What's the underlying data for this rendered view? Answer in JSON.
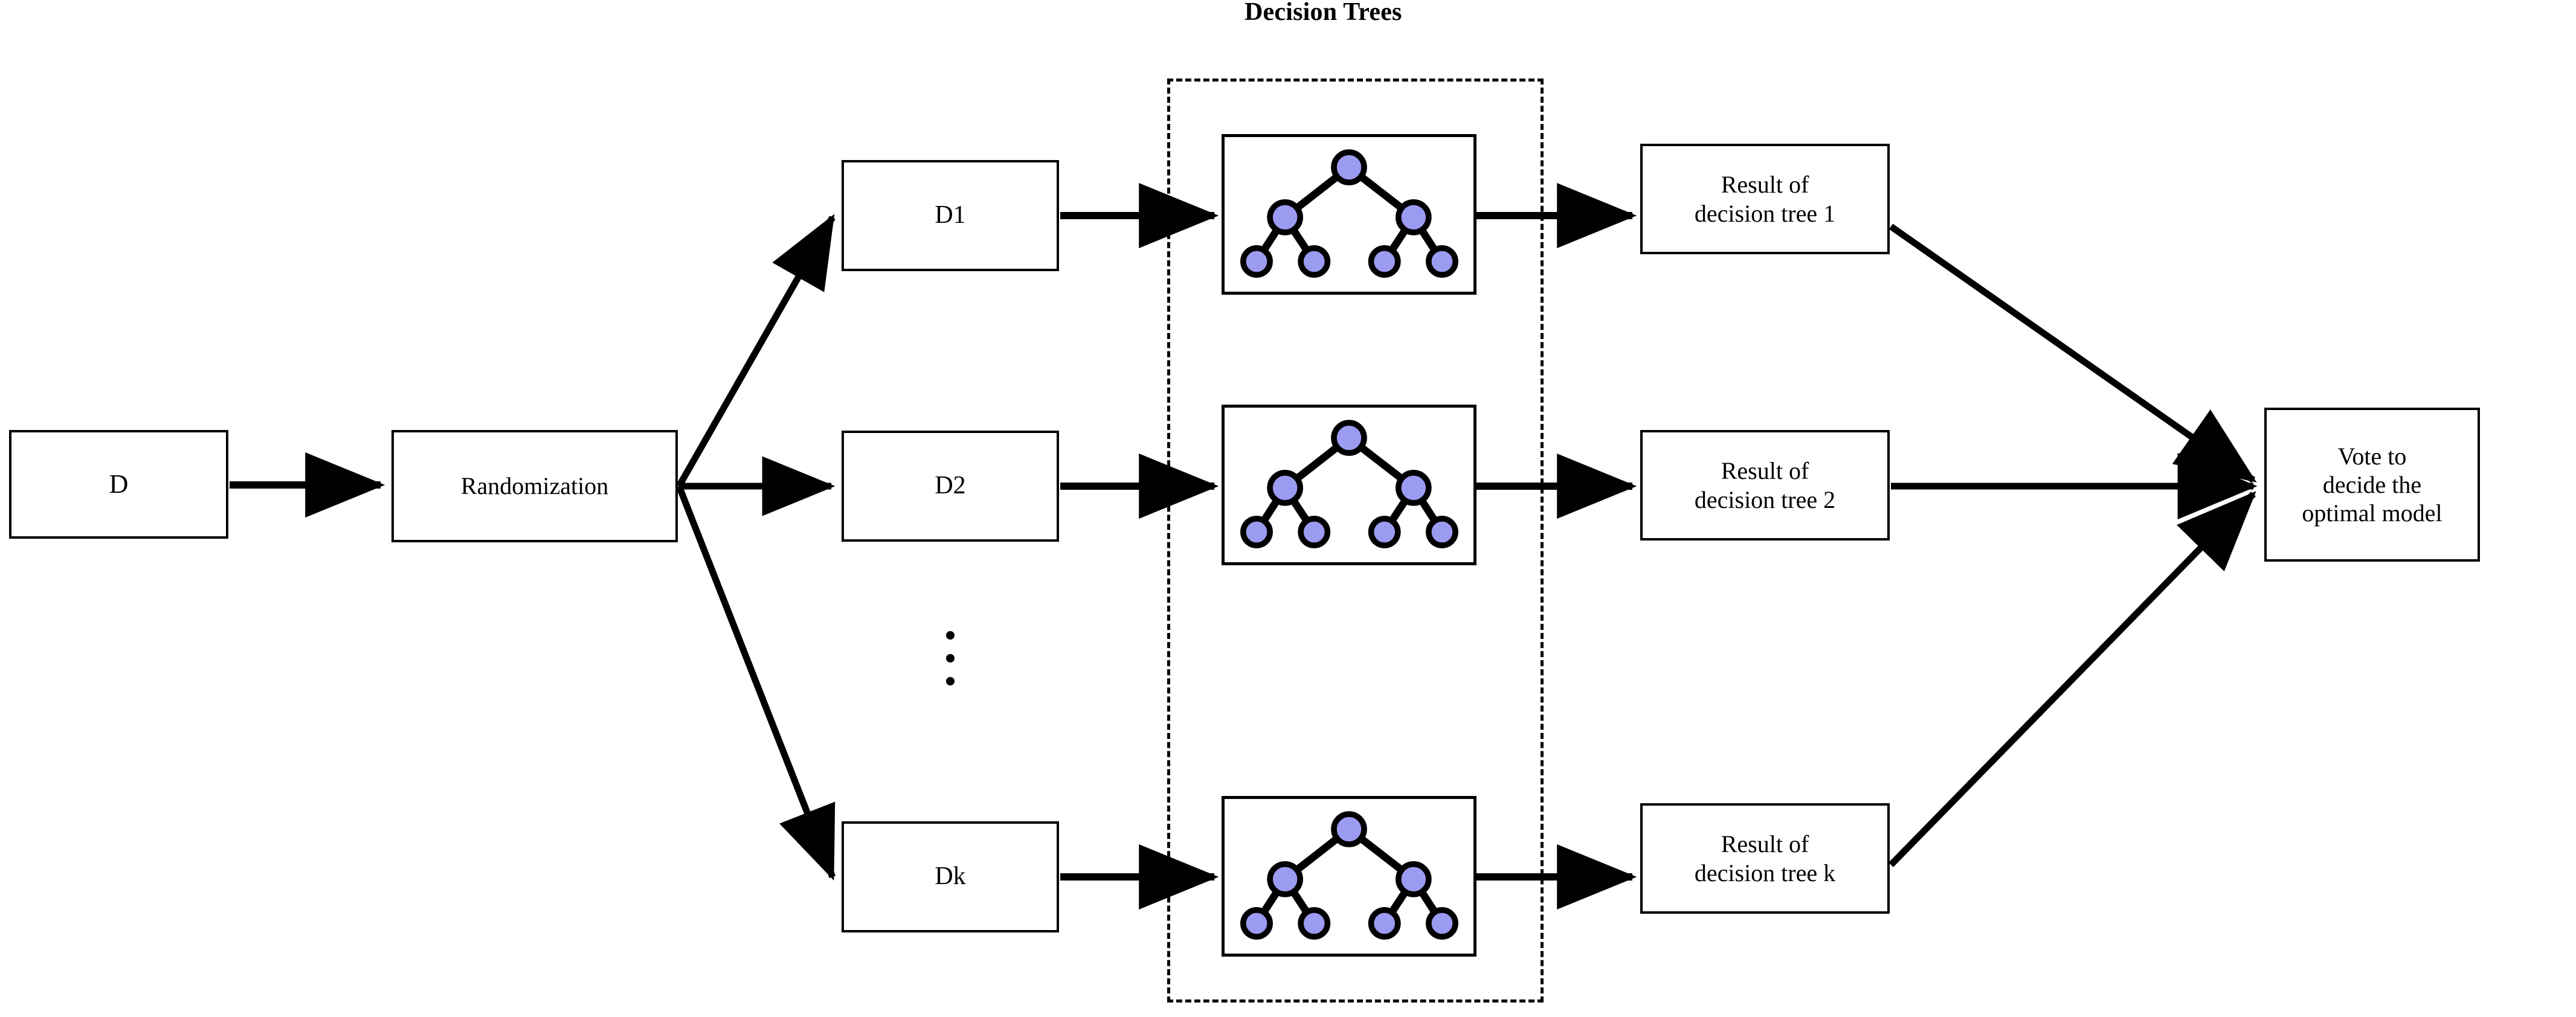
{
  "diagram": {
    "title": "Decision Trees",
    "node_fill_color": "#9B9BF2",
    "node_stroke_color": "#000000",
    "line_color": "#000000",
    "background_color": "#FFFFFF"
  },
  "boxes": {
    "source": {
      "label": "D"
    },
    "randomization": {
      "label": "Randomization"
    },
    "subsets": [
      {
        "label": "D1"
      },
      {
        "label": "D2"
      },
      {
        "label": "Dk"
      }
    ],
    "results": [
      {
        "label": "Result of\ndecision tree 1"
      },
      {
        "label": "Result of\ndecision tree 2"
      },
      {
        "label": "Result of\ndecision tree k"
      }
    ],
    "vote": {
      "label": "Vote to\ndecide the\noptimal model"
    }
  },
  "trees": [
    {
      "name": "decision-tree-1",
      "nodes": 7,
      "levels": 3,
      "node_labels": [
        "",
        "",
        "",
        "",
        "",
        "",
        ""
      ]
    },
    {
      "name": "decision-tree-2",
      "nodes": 7,
      "levels": 3,
      "node_labels": [
        "",
        "",
        "",
        "",
        "",
        "",
        ""
      ]
    },
    {
      "name": "decision-tree-k",
      "nodes": 7,
      "levels": 3,
      "node_labels": [
        "",
        "",
        "",
        "",
        "",
        "",
        ""
      ]
    }
  ],
  "ellipsis": {
    "symbol": "vertical-ellipsis",
    "dots": 3
  }
}
